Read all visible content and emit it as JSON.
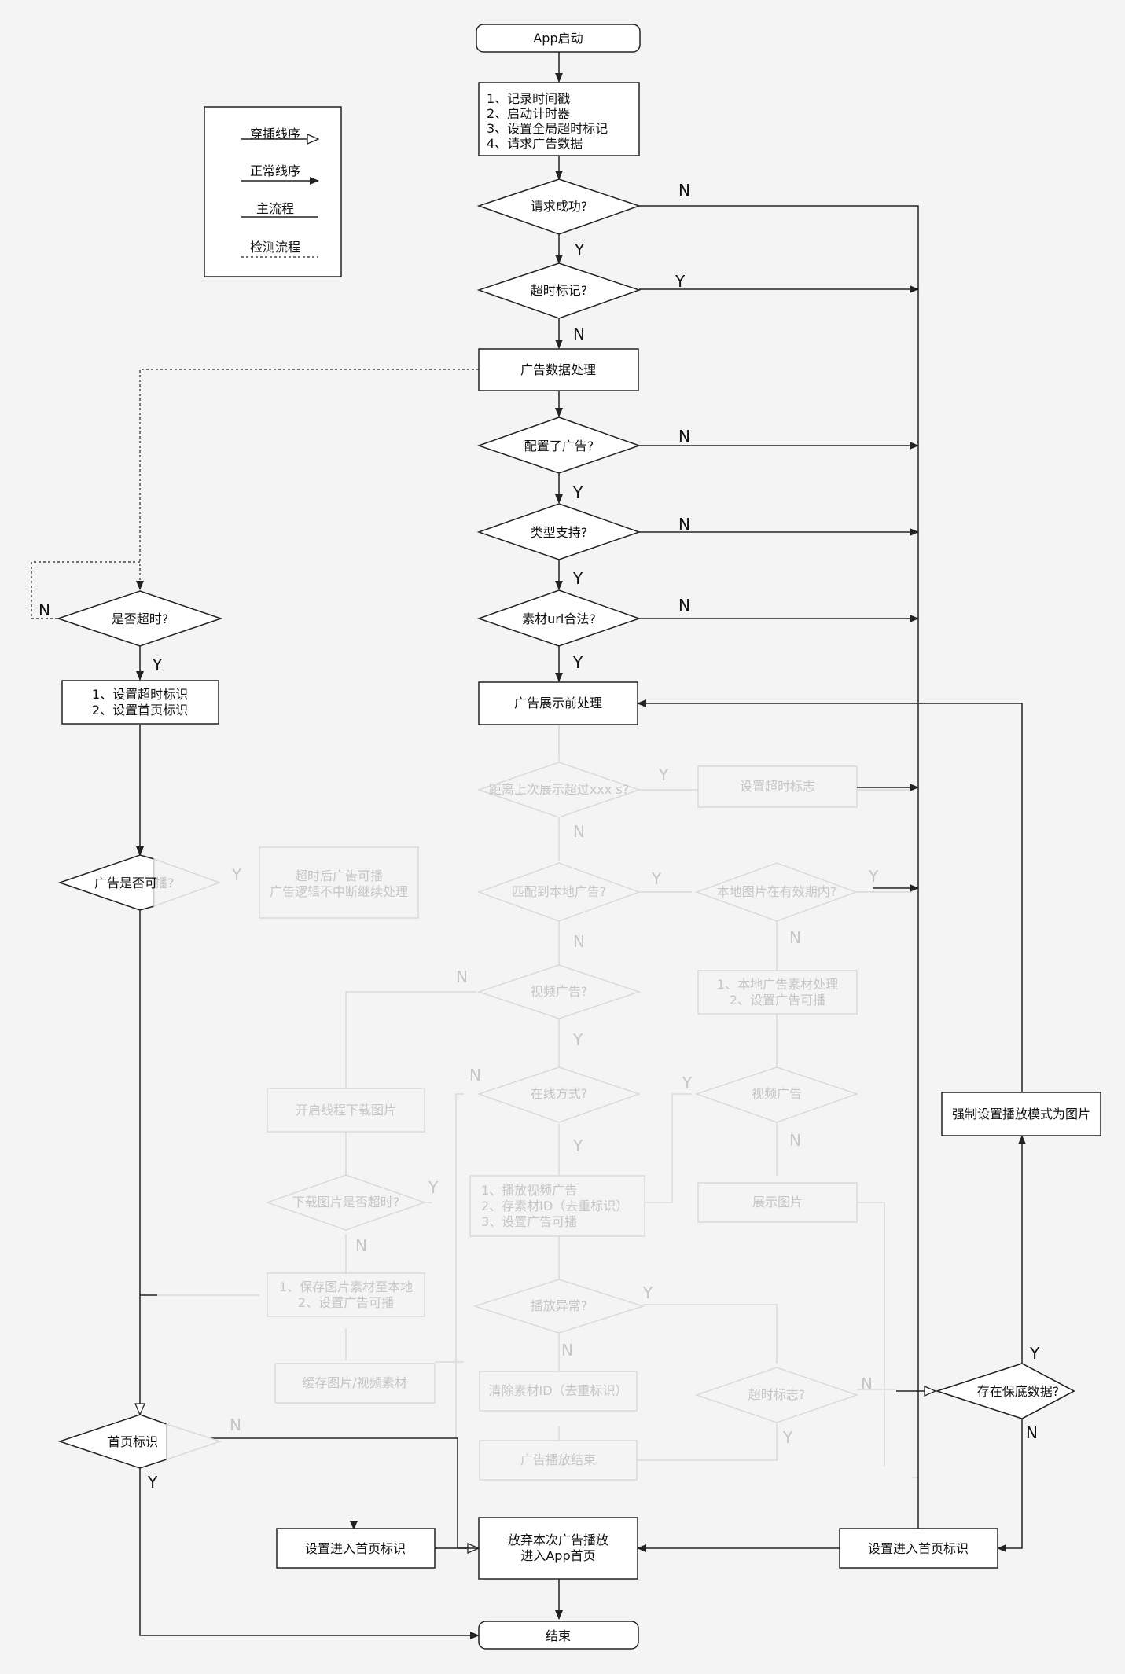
{
  "legend": {
    "through_line": "穿插线序",
    "normal_line": "正常线序",
    "main_flow": "主流程",
    "check_flow": "检测流程"
  },
  "nodes": {
    "start": "App启动",
    "init": [
      "1、记录时间戳",
      "2、启动计时器",
      "3、设置全局超时标记",
      "4、请求广告数据"
    ],
    "request_ok": "请求成功?",
    "timeout_flag": "超时标记?",
    "ad_data_process": "广告数据处理",
    "ad_configured": "配置了广告?",
    "type_supported": "类型支持?",
    "url_valid": "素材url合法?",
    "pre_display": "广告展示前处理",
    "is_timeout": "是否超时?",
    "set_flags": [
      "1、设置超时标识",
      "2、设置首页标识"
    ],
    "ad_playable": "广告是否可",
    "homepage_flag": "首页标识",
    "force_image": "强制设置播放模式为图片",
    "has_fallback": "存在保底数据?",
    "set_home_left": "设置进入首页标识",
    "abandon": [
      "放弃本次广告播放",
      "进入App首页"
    ],
    "set_home_right": "设置进入首页标识",
    "end": "结束"
  },
  "faded": {
    "f_diamond_a": "距离上次展示超过xxx s?",
    "f_box_a": "设置超时标志",
    "f_diamond_b": "匹配到本地广告?",
    "f_diamond_c": "本地图片在有效期内?",
    "f_box_b": "超时后广告可播\n广告逻辑不中断继续处理",
    "f_box_c": "1、本地广告素材处理\n2、设置广告可播",
    "f_diamond_d": "视频广告?",
    "f_box_d": "开启线程下载图片",
    "f_diamond_e": "在线方式?",
    "f_diamond_f": "视频广告",
    "f_diamond_g": "下载图片是否超时?",
    "f_box_e": "1、播放视频广告\n2、存素材ID（去重标识）\n3、设置广告可播",
    "f_box_f": "展示图片",
    "f_box_g": "1、保存图片素材至本地\n2、设置广告可播",
    "f_diamond_h": "播放异常?",
    "f_box_h": "缓存图片/视频素材",
    "f_box_i": "清除素材ID（去重标识）",
    "f_diamond_i": "超时标志?",
    "f_box_j": "广告播放结束"
  },
  "yn": {
    "yes": "Y",
    "no": "N"
  }
}
